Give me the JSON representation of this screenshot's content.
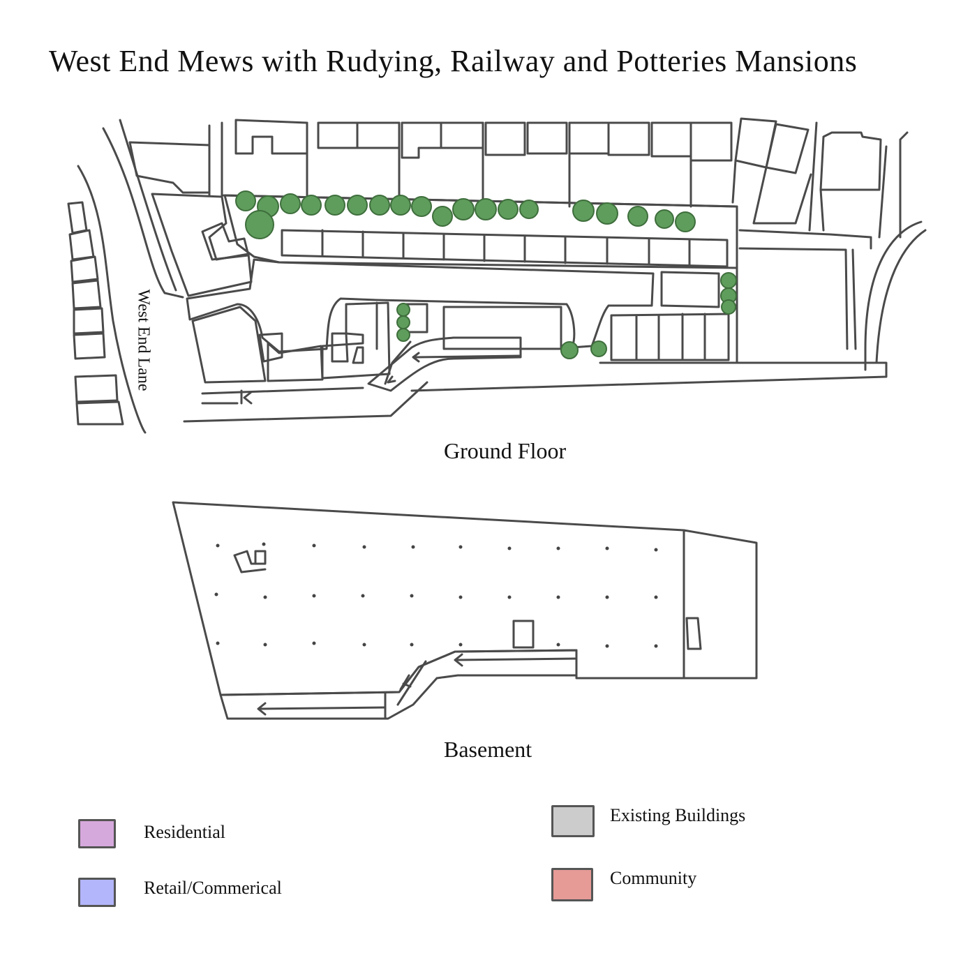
{
  "title": "West End Mews with Rudying, Railway and Potteries Mansions",
  "street_label": "West End Lane",
  "plans": {
    "ground_floor": "Ground Floor",
    "basement": "Basement"
  },
  "legend": [
    {
      "label": "Residential",
      "color": "#d6a9dc"
    },
    {
      "label": "Retail/Commerical",
      "color": "#b3b6fb"
    },
    {
      "label": "Existing Buildings",
      "color": "#cccccc"
    },
    {
      "label": "Community",
      "color": "#e69b97"
    }
  ],
  "colors": {
    "residential": "#d6a9dc",
    "retail": "#b3b6fb",
    "existing": "#cccccc",
    "community": "#e69b97",
    "green_space": "#c3ecc5",
    "mews_street": "#fbf2a0",
    "tree": "#5f9d5c"
  }
}
